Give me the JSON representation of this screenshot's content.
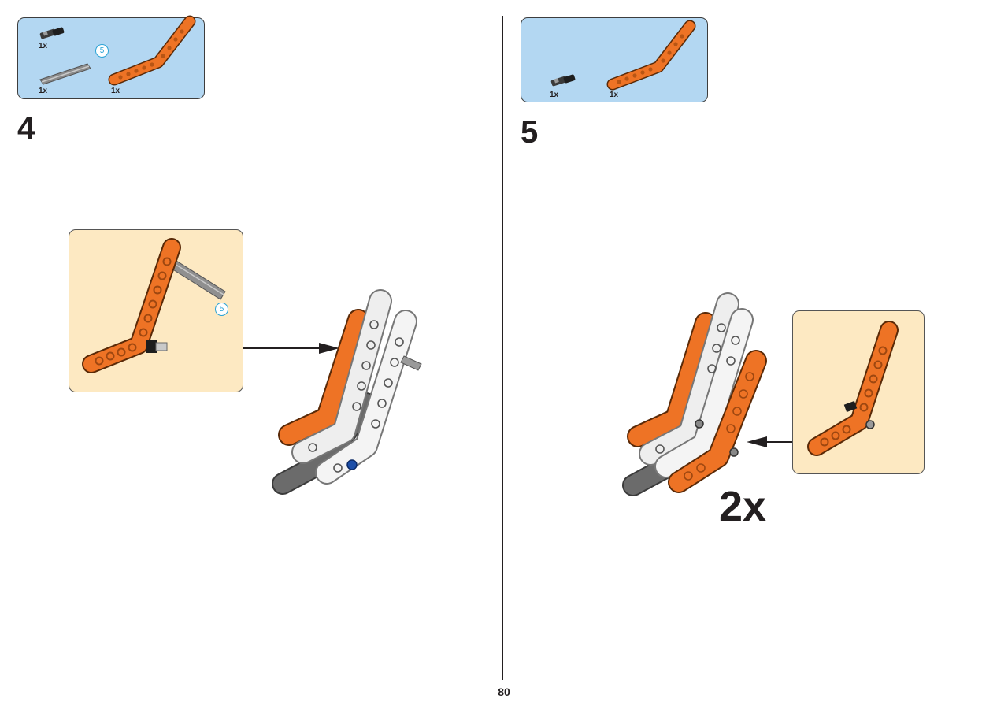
{
  "step4": {
    "number": "4",
    "parts": [
      {
        "name": "axle-pin-with-friction",
        "quantity": "1x"
      },
      {
        "name": "axle-length-5",
        "quantity": "1x",
        "length_badge": "5"
      },
      {
        "name": "bent-beam-orange",
        "quantity": "1x"
      }
    ],
    "callout_length_badge": "5"
  },
  "step5": {
    "number": "5",
    "parts": [
      {
        "name": "axle-pin-with-friction",
        "quantity": "1x"
      },
      {
        "name": "bent-beam-orange",
        "quantity": "1x"
      }
    ],
    "multiplier": "2x"
  },
  "page": {
    "number": "80"
  },
  "colors": {
    "parts_box": "#b3d7f2",
    "callout_box": "#fde9c2",
    "orange": "#ee7325",
    "white_part": "#eeeeee",
    "dark_grey": "#6b6b6b",
    "blue_pin": "#1c4ea8"
  }
}
